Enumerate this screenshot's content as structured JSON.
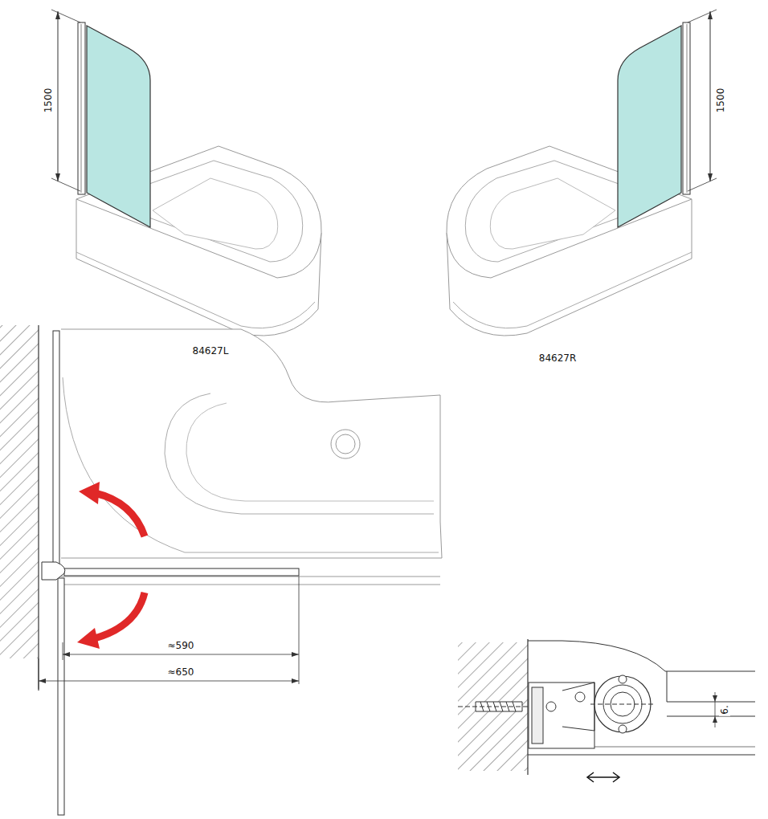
{
  "diagram": {
    "labels": [
      "1500",
      "1500",
      "84627L",
      "84627R",
      "≈590",
      "≈650",
      "6."
    ]
  }
}
